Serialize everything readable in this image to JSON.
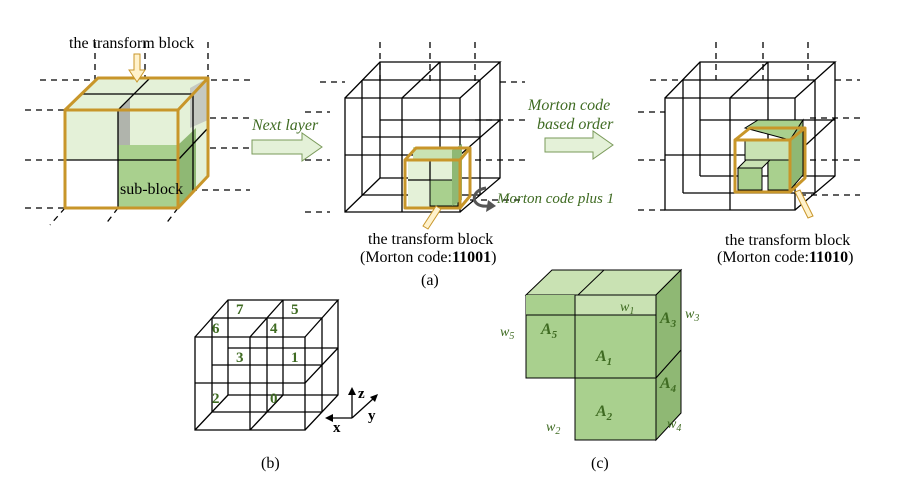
{
  "panel_a": {
    "left_label": "the transform block",
    "sub_block_label": "sub-block",
    "arrow1_label": "Next layer",
    "arrow2_label_line1": "Morton code",
    "arrow2_label_line2": "based order",
    "middle_label_line1": "the transform block",
    "middle_label_line2_prefix": "(Morton code:",
    "middle_label_code": "11001",
    "middle_label_suffix": ")",
    "curve_label": "Morton code plus 1",
    "right_label_line1": "the transform block",
    "right_label_line2_prefix": "(Morton code:",
    "right_label_code": "11010",
    "right_label_suffix": ")",
    "caption": "(a)"
  },
  "panel_b": {
    "numbers": [
      "7",
      "5",
      "6",
      "4",
      "3",
      "1",
      "2",
      "0"
    ],
    "axes": {
      "z": "z",
      "y": "y",
      "x": "x"
    },
    "caption": "(b)"
  },
  "panel_c": {
    "blocks": {
      "a5": "A",
      "a5_sub": "5",
      "a1": "A",
      "a1_sub": "1",
      "a3": "A",
      "a3_sub": "3",
      "a4": "A",
      "a4_sub": "4",
      "a2": "A",
      "a2_sub": "2"
    },
    "weights": {
      "w1": "w",
      "w1_sub": "1",
      "w3": "w",
      "w3_sub": "3",
      "w5": "w",
      "w5_sub": "5",
      "w2": "w",
      "w2_sub": "2",
      "w4": "w",
      "w4_sub": "4"
    },
    "caption": "(c)"
  },
  "colors": {
    "light_green": "#e4f1d8",
    "mid_green": "#a9d08e",
    "dark_green": "#8fb874",
    "gold": "#c8962a",
    "label_green": "#3f6b22"
  }
}
